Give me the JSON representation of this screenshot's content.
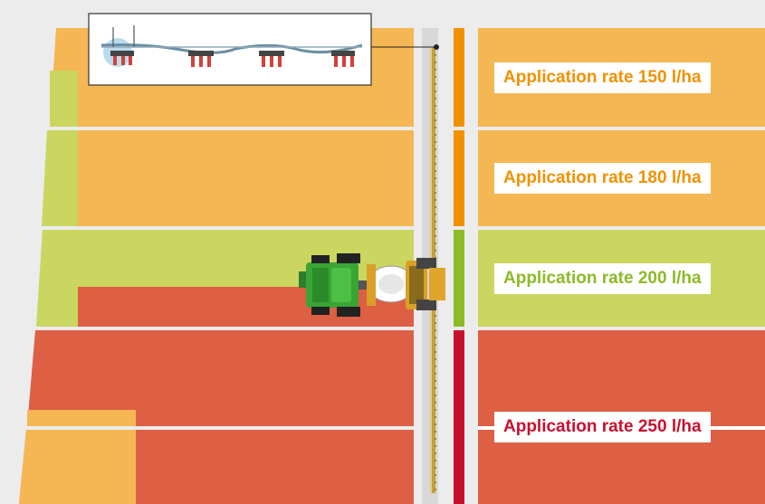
{
  "zones": [
    {
      "label": "Application rate 150 l/ha",
      "color": "#f5b753",
      "bar_color": "#f29100",
      "text_color": "#f29100"
    },
    {
      "label": "Application rate 180 l/ha",
      "color": "#f5b753",
      "bar_color": "#f29100",
      "text_color": "#f29100"
    },
    {
      "label": "Application rate 200 l/ha",
      "color": "#cbd661",
      "bar_color": "#8cbb25",
      "text_color": "#8cbb25"
    },
    {
      "label": "Application rate 250 l/ha",
      "color": "#dd5f44",
      "bar_color": "#c8102e",
      "text_color": "#c8102e"
    }
  ],
  "colors": {
    "orange_field": "#f5b753",
    "green_field": "#cbd661",
    "red_field": "#dd5f44",
    "background": "#ececec",
    "tractor_green": "#3aa535"
  },
  "icons": {
    "inset": "boom-nozzle-section-icon",
    "vehicle": "tractor-sprayer-icon"
  }
}
